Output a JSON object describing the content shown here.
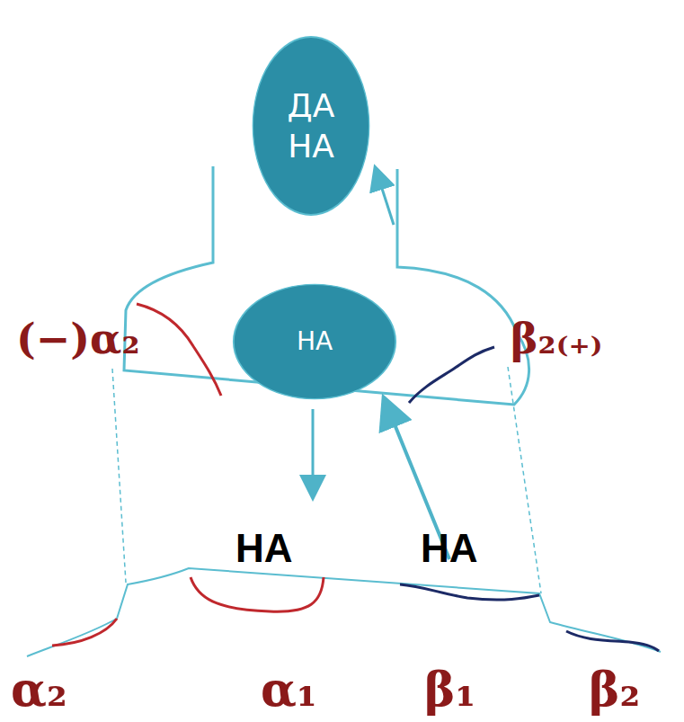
{
  "diagram": {
    "nodes": [
      {
        "text": [
          "ДА НА"
        ]
      },
      {
        "text": [
          "НА"
        ]
      }
    ],
    "labels": [
      "(−)α₂",
      "β₂₍₊₎",
      "НА",
      "НА",
      "α₂",
      "α₁",
      "β₁",
      "β₂"
    ]
  }
}
